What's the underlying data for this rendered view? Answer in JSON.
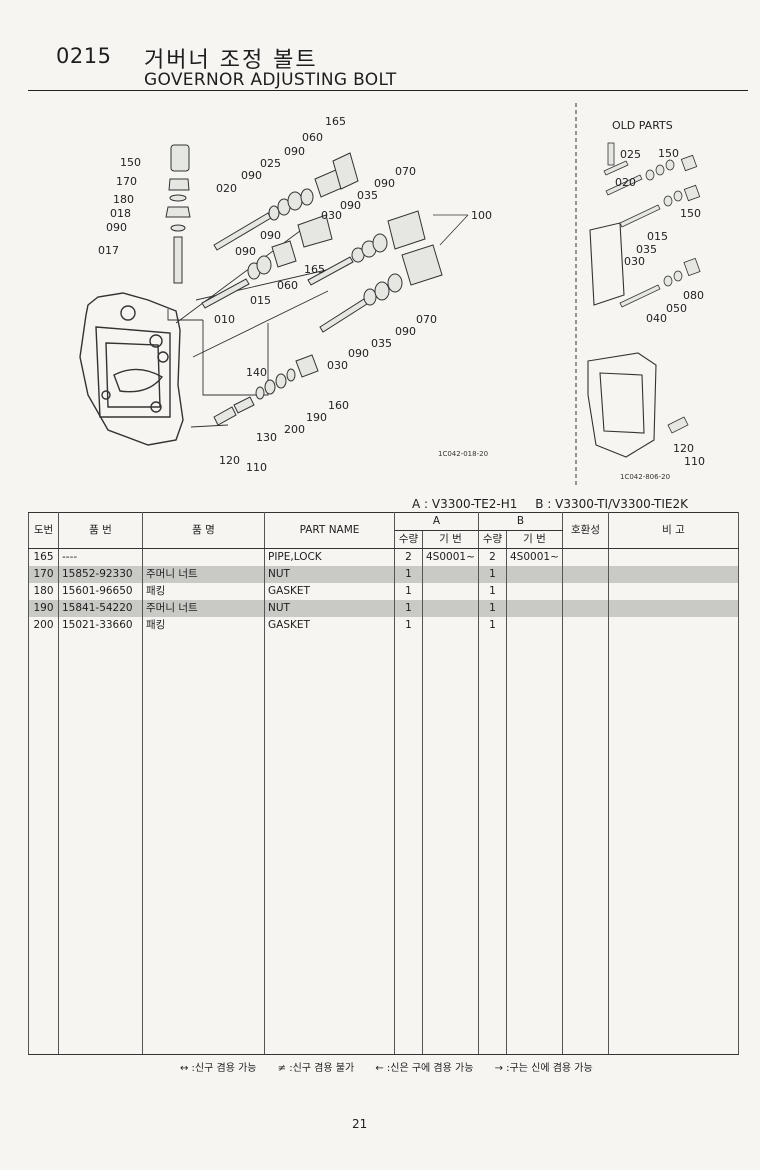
{
  "header": {
    "section_code": "0215",
    "title_ko": "거버너 조정 볼트",
    "title_en": "GOVERNOR ADJUSTING BOLT"
  },
  "figure": {
    "old_parts_label": "OLD PARTS",
    "main_diagram_code": "1C042-018-20",
    "old_diagram_code": "1C042-806-20",
    "main_callouts": [
      "165",
      "060",
      "090",
      "070",
      "090",
      "035",
      "090",
      "030",
      "100",
      "150",
      "170",
      "180",
      "018",
      "090",
      "017",
      "025",
      "090",
      "020",
      "090",
      "090",
      "060",
      "015",
      "165",
      "010",
      "070",
      "090",
      "035",
      "030",
      "090",
      "140",
      "160",
      "190",
      "200",
      "130",
      "120",
      "110"
    ],
    "old_callouts": [
      "025",
      "150",
      "020",
      "150",
      "015",
      "035",
      "030",
      "080",
      "050",
      "040",
      "120",
      "110"
    ]
  },
  "models": {
    "a": "A : V3300-TE2-H1",
    "b": "B : V3300-TI/V3300-TIE2K"
  },
  "table": {
    "headers": {
      "ref": "도번",
      "part_no": "품  번",
      "name_ko": "품       명",
      "part_name": "PART  NAME",
      "a": "A",
      "b": "B",
      "qty": "수량",
      "serial": "기  번",
      "interchange": "호환성",
      "remarks": "비  고"
    },
    "rows": [
      {
        "ref": "165",
        "part_no": "----",
        "name_ko": "",
        "part_name": "PIPE,LOCK",
        "qty_a": "2",
        "serial_a": "4S0001~",
        "qty_b": "2",
        "serial_b": "4S0001~",
        "interchange": "",
        "remarks": "",
        "shaded": false
      },
      {
        "ref": "170",
        "part_no": "15852-92330",
        "name_ko": "주머니 너트",
        "part_name": "NUT",
        "qty_a": "1",
        "serial_a": "",
        "qty_b": "1",
        "serial_b": "",
        "interchange": "",
        "remarks": "",
        "shaded": true
      },
      {
        "ref": "180",
        "part_no": "15601-96650",
        "name_ko": "패킹",
        "part_name": "GASKET",
        "qty_a": "1",
        "serial_a": "",
        "qty_b": "1",
        "serial_b": "",
        "interchange": "",
        "remarks": "",
        "shaded": false
      },
      {
        "ref": "190",
        "part_no": "15841-54220",
        "name_ko": "주머니 너트",
        "part_name": "NUT",
        "qty_a": "1",
        "serial_a": "",
        "qty_b": "1",
        "serial_b": "",
        "interchange": "",
        "remarks": "",
        "shaded": true
      },
      {
        "ref": "200",
        "part_no": "15021-33660",
        "name_ko": "패킹",
        "part_name": "GASKET",
        "qty_a": "1",
        "serial_a": "",
        "qty_b": "1",
        "serial_b": "",
        "interchange": "",
        "remarks": "",
        "shaded": false
      }
    ]
  },
  "legend": [
    "↔ :신구 겸용 가능",
    "≠ :신구 겸용 불가",
    "← :신은 구에 겸용 가능",
    "→ :구는 신에 겸용 가능"
  ],
  "page_number": "21"
}
